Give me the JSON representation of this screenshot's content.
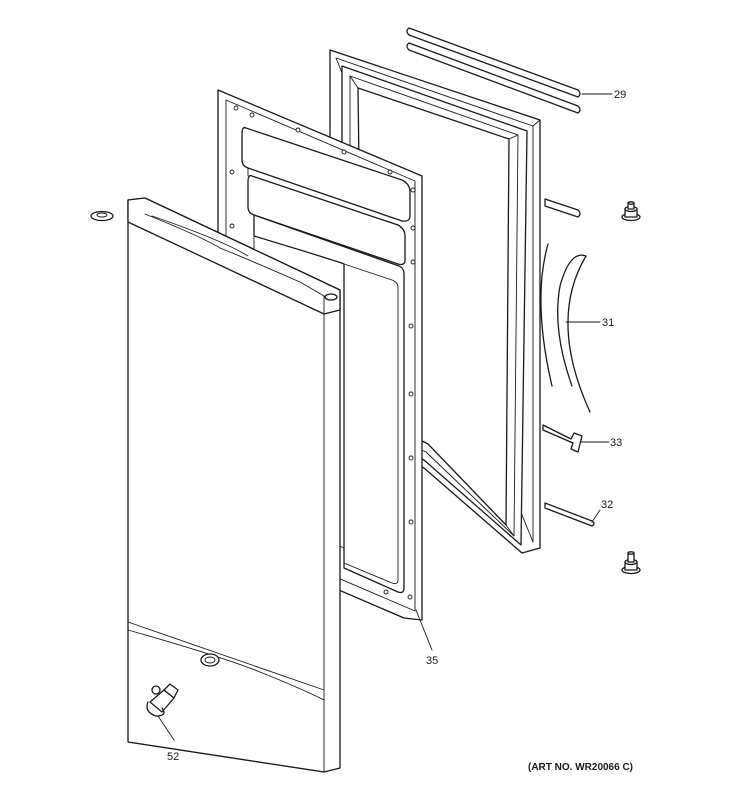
{
  "diagram": {
    "art_number": "(ART NO. WR20066 C)",
    "callouts": [
      {
        "id": "29",
        "label": "29"
      },
      {
        "id": "31",
        "label": "31"
      },
      {
        "id": "33",
        "label": "33"
      },
      {
        "id": "32",
        "label": "32"
      },
      {
        "id": "35",
        "label": "35"
      },
      {
        "id": "52",
        "label": "52"
      }
    ]
  }
}
